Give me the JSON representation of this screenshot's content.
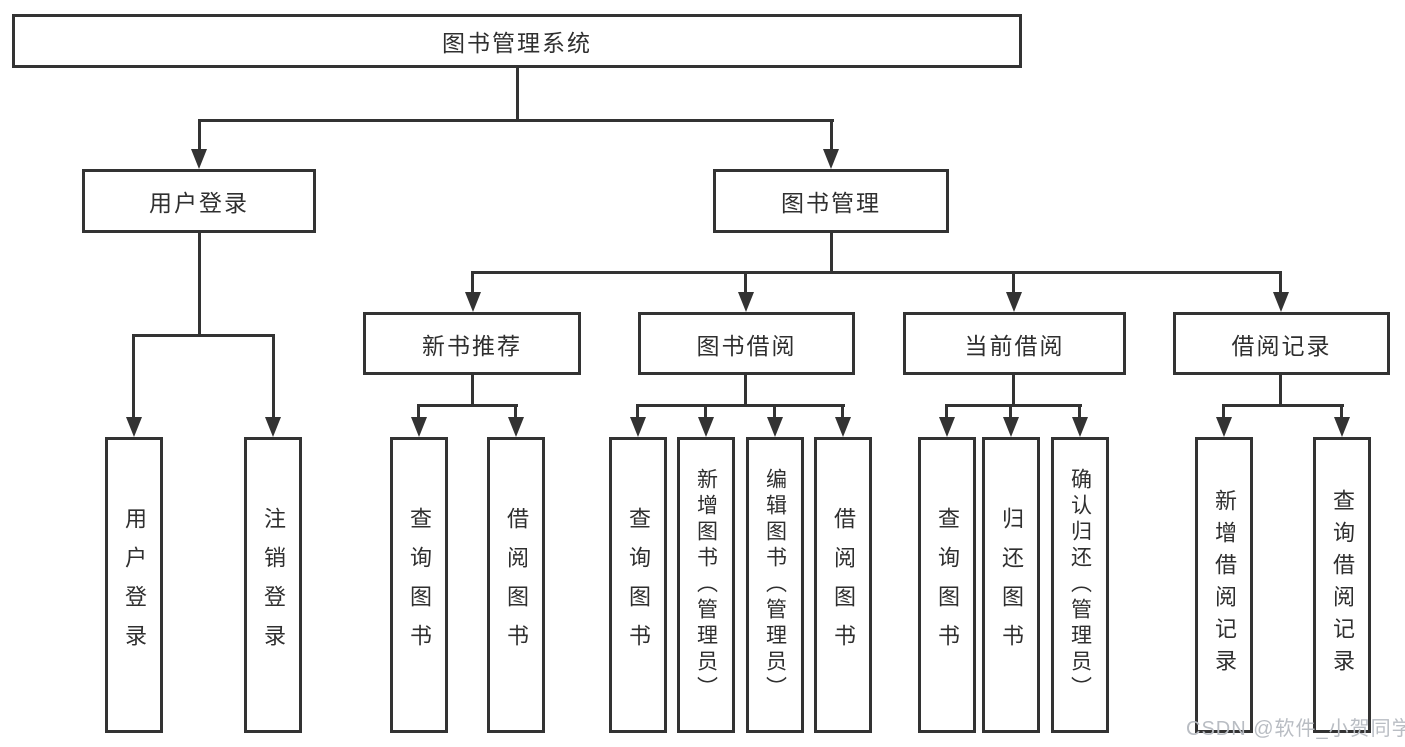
{
  "tree": {
    "label": "图书管理系统",
    "children": [
      {
        "label": "用户登录",
        "children": [
          {
            "label": "用户登录"
          },
          {
            "label": "注销登录"
          }
        ]
      },
      {
        "label": "图书管理",
        "children": [
          {
            "label": "新书推荐",
            "children": [
              {
                "label": "查询图书"
              },
              {
                "label": "借阅图书"
              }
            ]
          },
          {
            "label": "图书借阅",
            "children": [
              {
                "label": "查询图书"
              },
              {
                "label": "新增图书（管理员）"
              },
              {
                "label": "编辑图书（管理员）"
              },
              {
                "label": "借阅图书"
              }
            ]
          },
          {
            "label": "当前借阅",
            "children": [
              {
                "label": "查询图书"
              },
              {
                "label": "归还图书"
              },
              {
                "label": "确认归还（管理员）"
              }
            ]
          },
          {
            "label": "借阅记录",
            "children": [
              {
                "label": "新增借阅记录"
              },
              {
                "label": "查询借阅记录"
              }
            ]
          }
        ]
      }
    ]
  },
  "watermark": {
    "text": "CSDN @软件_小贺同学"
  },
  "colors": {
    "line": "#333333",
    "text": "#2f2f2f",
    "watermark": "#b9bdc3",
    "background": "#ffffff"
  }
}
